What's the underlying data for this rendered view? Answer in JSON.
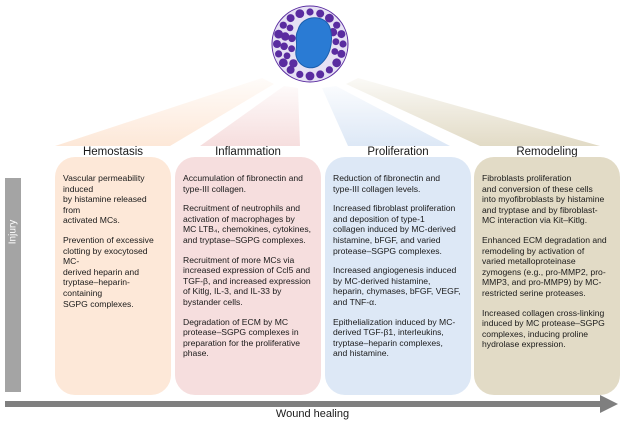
{
  "colors": {
    "hemostasis": "#fde8d8",
    "inflammation": "#f6dede",
    "proliferation": "#dde8f6",
    "remodeling": "#e2dbc6",
    "arrow": "#7f7f7f",
    "cell_granules": "#5a2ca0",
    "cell_nucleus": "#2a7bd4"
  },
  "phases": [
    {
      "title": "Hemostasis",
      "paragraphs": [
        "Vascular permeability induced\nby histamine released from\nactivated MCs.",
        "Prevention of excessive\nclotting by exocytosed MC-\nderived heparin and\ntryptase–heparin-containing\nSGPG complexes."
      ]
    },
    {
      "title": "Inflammation",
      "paragraphs": [
        "Accumulation of fibronectin and\ntype-III collagen.",
        "Recruitment of neutrophils and\nactivation of macrophages by\nMC LTB₄, chemokines, cytokines,\nand tryptase–SGPG complexes.",
        "Recruitment of more MCs via\nincreased expression of Ccl5 and\nTGF-β, and increased expression\nof Kitlg, IL-3, and IL-33 by\nbystander cells.",
        "Degradation of ECM by MC\nprotease–SGPG complexes in\npreparation for the proliferative\nphase."
      ]
    },
    {
      "title": "Proliferation",
      "paragraphs": [
        "Reduction of fibronectin and\ntype-III collagen levels.",
        "Increased fibroblast proliferation\nand deposition of type-1\ncollagen induced by MC-derived\nhistamine, bFGF, and varied\nprotease–SGPG complexes.",
        "Increased angiogenesis induced\nby MC-derived histamine,\nheparin, chymases, bFGF, VEGF,\nand TNF-α.",
        "Epithelialization induced by MC-\nderived TGF-β1, interleukins,\ntryptase–heparin complexes,\nand histamine."
      ]
    },
    {
      "title": "Remodeling",
      "paragraphs": [
        "Fibroblasts proliferation\nand conversion of these cells\ninto myofibroblasts by histamine\nand tryptase and by fibroblast-\nMC interaction via Kit–Kitlg.",
        "Enhanced ECM degradation and\nremodeling by activation of\nvaried metalloproteinase\nzymogens (e.g., pro-MMP2, pro-\nMMP3, and pro-MMP9) by MC-\nrestricted serine proteases.",
        "Increased collagen cross-linking\ninduced by MC protease–SGPG\ncomplexes, inducing proline\nhydrolase expression."
      ]
    }
  ],
  "injury_label": "Injury",
  "healing_label": "Wound healing"
}
